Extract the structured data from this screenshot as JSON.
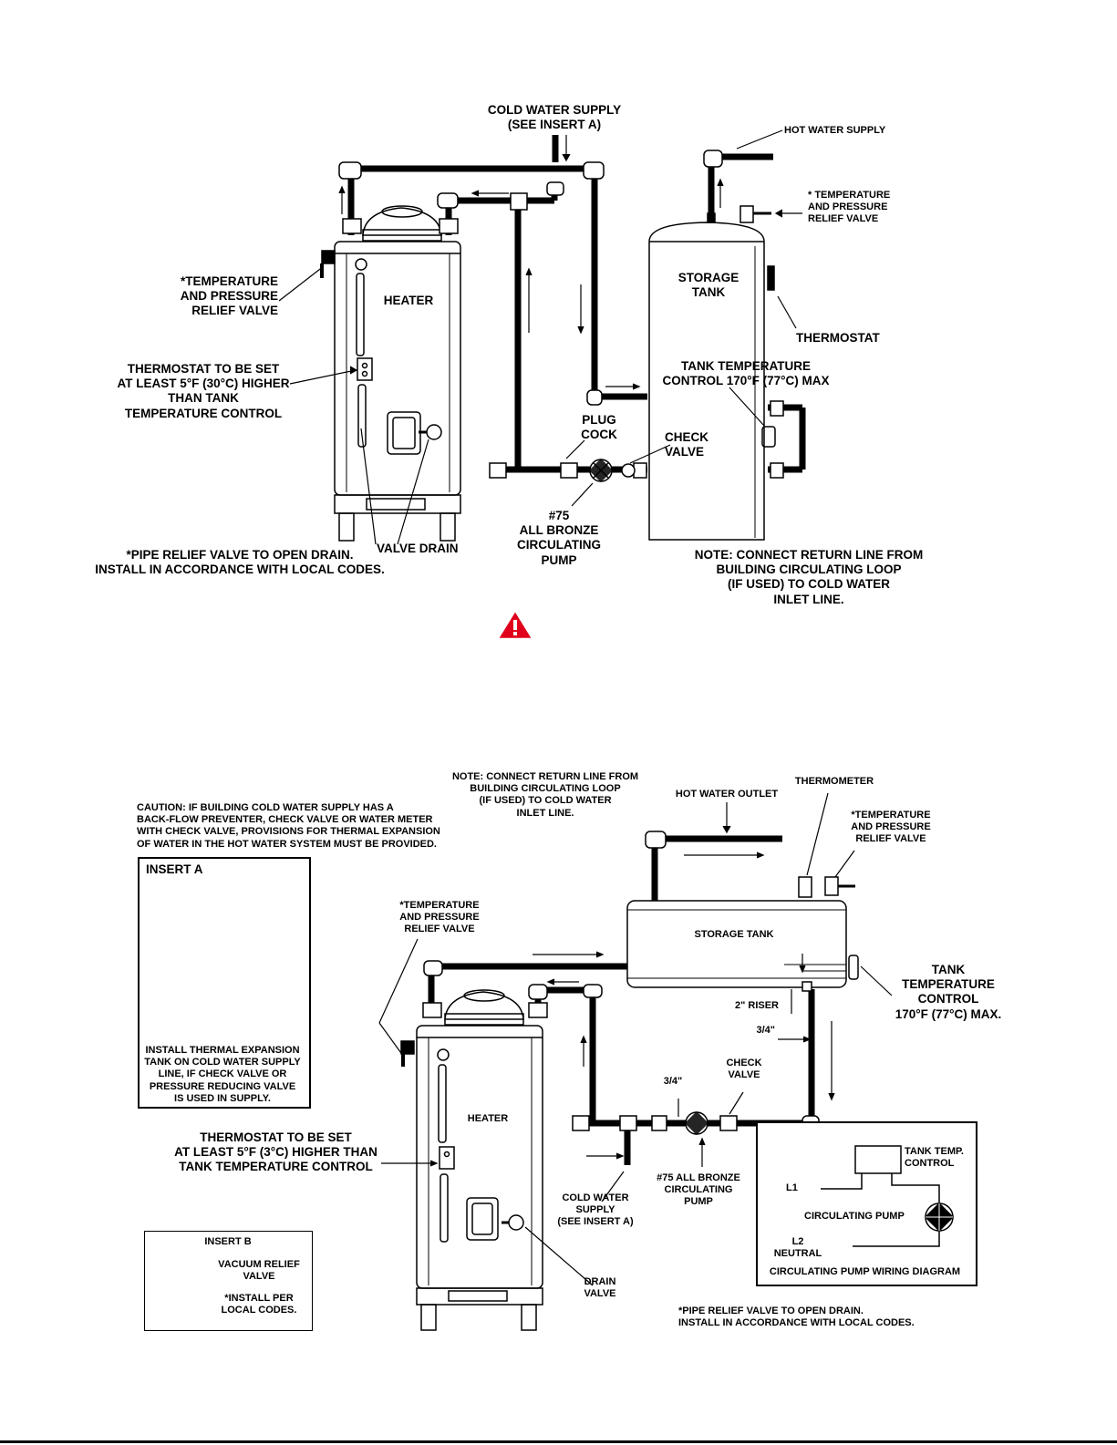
{
  "top": {
    "cold_water_supply": "COLD WATER SUPPLY\n(SEE INSERT A)",
    "hot_water_supply": "HOT WATER SUPPLY",
    "tp_valve_right": "* TEMPERATURE\nAND PRESSURE\nRELIEF VALVE",
    "tp_valve_left": "*TEMPERATURE\nAND PRESSURE\nRELIEF VALVE",
    "heater": "HEATER",
    "storage_tank": "STORAGE\nTANK",
    "thermostat": "THERMOSTAT",
    "thermostat_set": "THERMOSTAT TO BE SET\nAT LEAST 5°F (30°C) HIGHER\nTHAN TANK\nTEMPERATURE CONTROL",
    "tank_temp_control": "TANK TEMPERATURE\nCONTROL 170°F (77°C) MAX",
    "plug_cock": "PLUG\nCOCK",
    "check_valve": "CHECK\nVALVE",
    "pump": "#75\nALL BRONZE\nCIRCULATING\nPUMP",
    "valve_drain": "VALVE DRAIN",
    "pipe_relief": "*PIPE RELIEF VALVE TO OPEN DRAIN.\nINSTALL IN ACCORDANCE WITH LOCAL CODES.",
    "note": "NOTE: CONNECT RETURN LINE FROM\nBUILDING CIRCULATING LOOP\n(IF USED) TO COLD WATER\nINLET LINE."
  },
  "bottom": {
    "note": "NOTE: CONNECT RETURN LINE FROM\nBUILDING CIRCULATING LOOP\n(IF USED) TO COLD WATER\nINLET LINE.",
    "caution": "CAUTION: IF BUILDING COLD WATER SUPPLY HAS A\nBACK-FLOW PREVENTER, CHECK VALVE OR WATER METER\nWITH CHECK VALVE, PROVISIONS FOR THERMAL EXPANSION\nOF WATER IN THE HOT WATER SYSTEM MUST BE PROVIDED.",
    "hot_water_outlet": "HOT WATER OUTLET",
    "thermometer": "THERMOMETER",
    "tp_valve_right": "*TEMPERATURE\nAND PRESSURE\nRELIEF VALVE",
    "tp_valve_center": "*TEMPERATURE\nAND PRESSURE\nRELIEF VALVE",
    "storage_tank": "STORAGE TANK",
    "tank_temp_control": "TANK\nTEMPERATURE\nCONTROL\n170°F (77°C) MAX.",
    "riser": "2\" RISER",
    "three_quarter_a": "3/4\"",
    "three_quarter_b": "3/4\"",
    "check_valve": "CHECK\nVALVE",
    "heater": "HEATER",
    "thermostat_set": "THERMOSTAT TO BE SET\nAT LEAST 5°F (3°C) HIGHER THAN\nTANK TEMPERATURE CONTROL",
    "pump": "#75 ALL BRONZE\nCIRCULATING\nPUMP",
    "cold_water_supply": "COLD WATER\nSUPPLY\n(SEE INSERT A)",
    "drain_valve": "DRAIN\nVALVE",
    "pipe_relief": "*PIPE RELIEF VALVE TO OPEN DRAIN.\nINSTALL IN ACCORDANCE WITH LOCAL CODES.",
    "insert_a": {
      "title": "INSERT  A",
      "text": "INSTALL THERMAL EXPANSION\nTANK ON COLD WATER SUPPLY\nLINE, IF CHECK VALVE OR\nPRESSURE REDUCING VALVE\nIS USED IN SUPPLY."
    },
    "insert_b": {
      "title": "INSERT B",
      "text": "VACUUM RELIEF\nVALVE",
      "note": "*INSTALL PER\nLOCAL CODES."
    },
    "wiring": {
      "tank_temp_control": "TANK TEMP.\nCONTROL",
      "l1": "L1",
      "circulating_pump": "CIRCULATING PUMP",
      "l2_neutral": "L2\nNEUTRAL",
      "title": "CIRCULATING PUMP WIRING DIAGRAM"
    }
  },
  "colors": {
    "ink": "#000000",
    "warning_red": "#e0001b"
  }
}
